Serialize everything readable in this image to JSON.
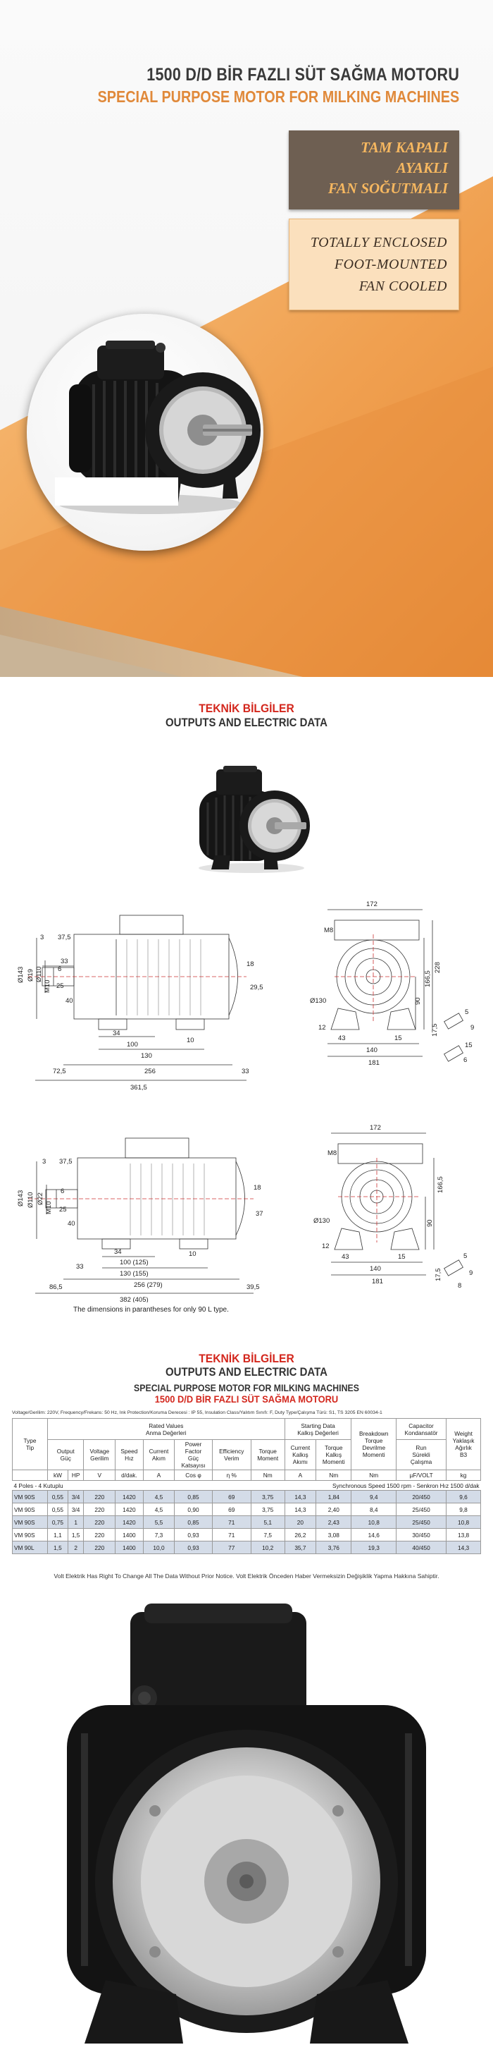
{
  "hero": {
    "title_tr": "1500 D/D BİR FAZLI SÜT SAĞMA MOTORU",
    "title_en": "SPECIAL PURPOSE MOTOR FOR MILKING MACHINES",
    "features_tr": [
      "TAM KAPALI",
      "AYAKLI",
      "FAN SOĞUTMALI"
    ],
    "features_en": [
      "TOTALLY ENCLOSED",
      "FOOT-MOUNTED",
      "FAN COOLED"
    ]
  },
  "section1": {
    "title_tr": "TEKNİK BİLGİLER",
    "title_en": "OUTPUTS AND ELECTRIC DATA"
  },
  "drawing1": {
    "side": {
      "d_143": "Ø143",
      "d_19": "Ø19",
      "d_110": "Ø110",
      "m10": "M10",
      "s6": "6",
      "v3": "3",
      "v37_5": "37,5",
      "v33": "33",
      "v40": "40",
      "v25": "25",
      "v18": "18",
      "v29_5": "29,5",
      "v34": "34",
      "v100": "100",
      "v10": "10",
      "v130": "130",
      "v256": "256",
      "v72_5": "72,5",
      "v33b": "33",
      "v361_5": "361,5"
    },
    "front": {
      "v172": "172",
      "m8": "M8",
      "d130": "Ø130",
      "v228": "228",
      "v166_5": "166,5",
      "v90": "90",
      "v12": "12",
      "v43": "43",
      "v15": "15",
      "v140": "140",
      "v181": "181",
      "v17_5": "17,5",
      "v5": "5",
      "v9": "9",
      "v15b": "15",
      "v6": "6"
    }
  },
  "drawing2": {
    "side": {
      "d_143": "Ø143",
      "d_110": "Ø110",
      "d_22": "Ø22",
      "m10": "M10",
      "s6": "6",
      "v3": "3",
      "v37_5": "37,5",
      "v40": "40",
      "v25": "25",
      "v18": "18",
      "v37": "37",
      "v34": "34",
      "v100": "100 (125)",
      "v10": "10",
      "v130": "130 (155)",
      "v256": "256 (279)",
      "v33": "33",
      "v86_5": "86,5",
      "v39_5": "39,5",
      "v382": "382 (405)"
    },
    "front": {
      "v172": "172",
      "m8": "M8",
      "d130": "Ø130",
      "v166_5": "166,5",
      "v90": "90",
      "v12": "12",
      "v43": "43",
      "v15": "15",
      "v140": "140",
      "v181": "181",
      "v17_5": "17,5",
      "v5": "5",
      "v9": "9",
      "v8": "8"
    },
    "note": "The dimensions in parantheses for only 90 L type."
  },
  "section2": {
    "title_tr": "TEKNİK BİLGİLER",
    "title_en": "OUTPUTS AND ELECTRIC DATA",
    "sub_en": "SPECIAL PURPOSE MOTOR FOR MILKING MACHINES",
    "sub_tr": "1500 D/D BİR FAZLI SÜT SAĞMA MOTORU"
  },
  "table": {
    "meta": "Voltage/Gerilim: 220V, Frequency/Frekans: 50 Hz, Ink  Protection/Koruma Derecesi : IP 55, Insulation Class/Yalıtım Sınıfı: F, Duty Type/Çalışma Türü: S1, TS 3205 EN 60034-1",
    "h_type": "Type\nTip",
    "h_rated": "Rated Values\nAnma Değerleri",
    "h_starting": "Starting Data\nKalkış Değerleri",
    "h_breakdown": "Breakdown\nTorque\nDevrilme\nMomenti",
    "h_capacitor": "Capacitor\nKondansatör",
    "h_weight": "Weight\nYaklaşık\nAğırlık\nB3",
    "h_output": "Output\nGüç",
    "h_voltage": "Voltage\nGerilim",
    "h_speed": "Speed\nHız",
    "h_current": "Current\nAkım",
    "h_pf": "Power\nFactor\nGüç\nKatsayısı",
    "h_eff": "Efficiency\nVerim",
    "h_torque": "Torque\nMoment",
    "h_scurrent": "Current\nKalkış\nAkımı",
    "h_storque": "Torque\nKalkış\nMomenti",
    "h_run": "Run\nSürekli\nÇalışma",
    "units": [
      "kW",
      "HP",
      "V",
      "d/dak.",
      "A",
      "Cos φ",
      "η %",
      "Nm",
      "A",
      "Nm",
      "Nm",
      "µF/VOLT",
      "kg"
    ],
    "poles": "4 Poles - 4 Kutuplu",
    "sync": "Synchronous Speed 1500 rpm - Senkron Hız 1500 d/dak",
    "rows": [
      [
        "VM 90S",
        "0,55",
        "3/4",
        "220",
        "1420",
        "4,5",
        "0,85",
        "69",
        "3,75",
        "14,3",
        "1,84",
        "9,4",
        "20/450",
        "9,6"
      ],
      [
        "VM 90S",
        "0,55",
        "3/4",
        "220",
        "1420",
        "4,5",
        "0,90",
        "69",
        "3,75",
        "14,3",
        "2,40",
        "8,4",
        "25/450",
        "9,8"
      ],
      [
        "VM 90S",
        "0,75",
        "1",
        "220",
        "1420",
        "5,5",
        "0,85",
        "71",
        "5,1",
        "20",
        "2,43",
        "10,8",
        "25/450",
        "10,8"
      ],
      [
        "VM 90S",
        "1,1",
        "1,5",
        "220",
        "1400",
        "7,3",
        "0,93",
        "71",
        "7,5",
        "26,2",
        "3,08",
        "14,6",
        "30/450",
        "13,8"
      ],
      [
        "VM 90L",
        "1,5",
        "2",
        "220",
        "1400",
        "10,0",
        "0,93",
        "77",
        "10,2",
        "35,7",
        "3,76",
        "19,3",
        "40/450",
        "14,3"
      ]
    ],
    "disclaimer": "Volt Elektrik Has Right To Change All The Data Without Prior Notice. Volt Elektrik  Önceden Haber Vermeksizin Değişiklik Yapma Hakkına Sahiptir."
  }
}
